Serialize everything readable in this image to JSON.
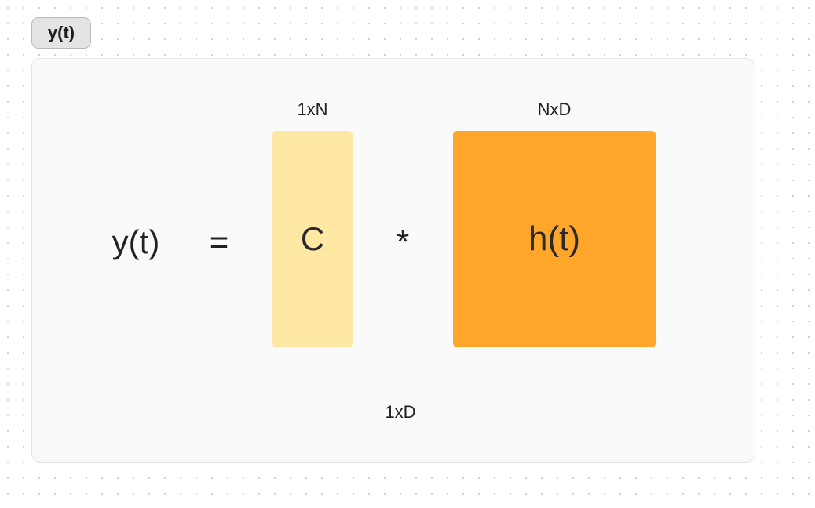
{
  "header": {
    "tag_label": "y(t)"
  },
  "equation": {
    "lhs": "y(t)",
    "equals": "=",
    "operator": "*",
    "matrix_c": {
      "label": "C",
      "dimension": "1xN",
      "color": "#FFE8A3"
    },
    "matrix_h": {
      "label": "h(t)",
      "dimension": "NxD",
      "color": "#FFA62B"
    },
    "result_dimension": "1xD"
  }
}
